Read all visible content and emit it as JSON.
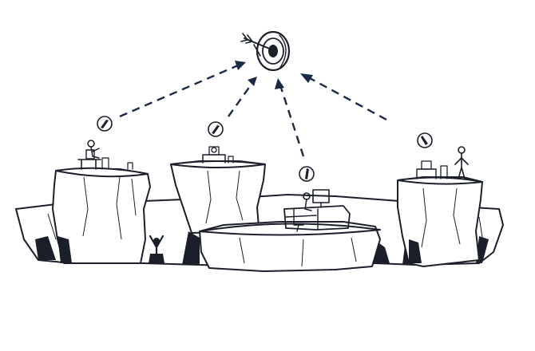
{
  "illustration": {
    "style": "monochrome ink sketch",
    "ink_color": "#1b1f2a",
    "arrow_color": "#1b2a44",
    "background": "#ffffff",
    "elements": {
      "goal": "bullseye-target-icon",
      "compass": "compass-icon",
      "workers": [
        "person-at-desk",
        "person-at-workstation",
        "person-at-office-desk",
        "person-standing"
      ],
      "platforms": 4,
      "cheering_figure": "person-raising-arms"
    }
  }
}
